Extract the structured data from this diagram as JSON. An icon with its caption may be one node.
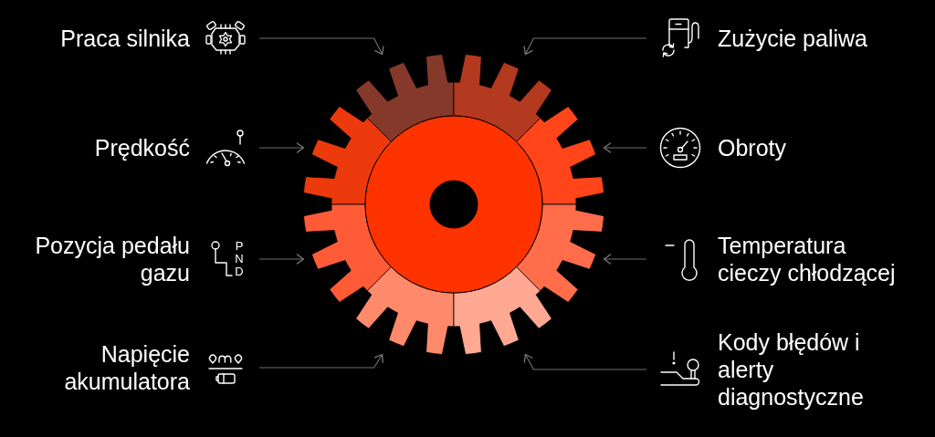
{
  "diagram": {
    "nodes": [
      {
        "text": [
          "Praca silnika"
        ]
      },
      {
        "text": [
          "Zużycie paliwa"
        ]
      },
      {
        "text": [
          "Prędkość"
        ]
      },
      {
        "text": [
          "Obroty"
        ]
      },
      {
        "text": [
          "Pozycja pedału gazu"
        ],
        "beside": [
          "P N D"
        ]
      },
      {
        "text": [
          "Temperatura cieczy chłodzącej"
        ]
      },
      {
        "text": [
          "Napięcie akumulatora"
        ]
      },
      {
        "text": [
          "Kody błędów i alerty diagnostyczne"
        ]
      },
      {
        "text": [],
        "shape": "wedge"
      },
      {
        "text": [],
        "shape": "wedge"
      },
      {
        "text": [],
        "shape": "wedge"
      },
      {
        "text": [],
        "shape": "wedge"
      },
      {
        "text": [],
        "shape": "wedge"
      },
      {
        "text": [],
        "shape": "wedge"
      },
      {
        "text": [],
        "shape": "wedge"
      },
      {
        "text": [],
        "shape": "wedge"
      }
    ],
    "edges": [
      {
        "from": 0,
        "to": 8,
        "arrow": "to"
      },
      {
        "from": 1,
        "to": 9,
        "arrow": "to"
      },
      {
        "from": 2,
        "to": 10,
        "arrow": "to"
      },
      {
        "from": 3,
        "to": 11,
        "arrow": "to"
      },
      {
        "from": 4,
        "to": 12,
        "arrow": "to"
      },
      {
        "from": 5,
        "to": 13,
        "arrow": "to"
      },
      {
        "from": 6,
        "to": 14,
        "arrow": "to"
      },
      {
        "from": 7,
        "to": 15,
        "arrow": "to"
      }
    ]
  }
}
